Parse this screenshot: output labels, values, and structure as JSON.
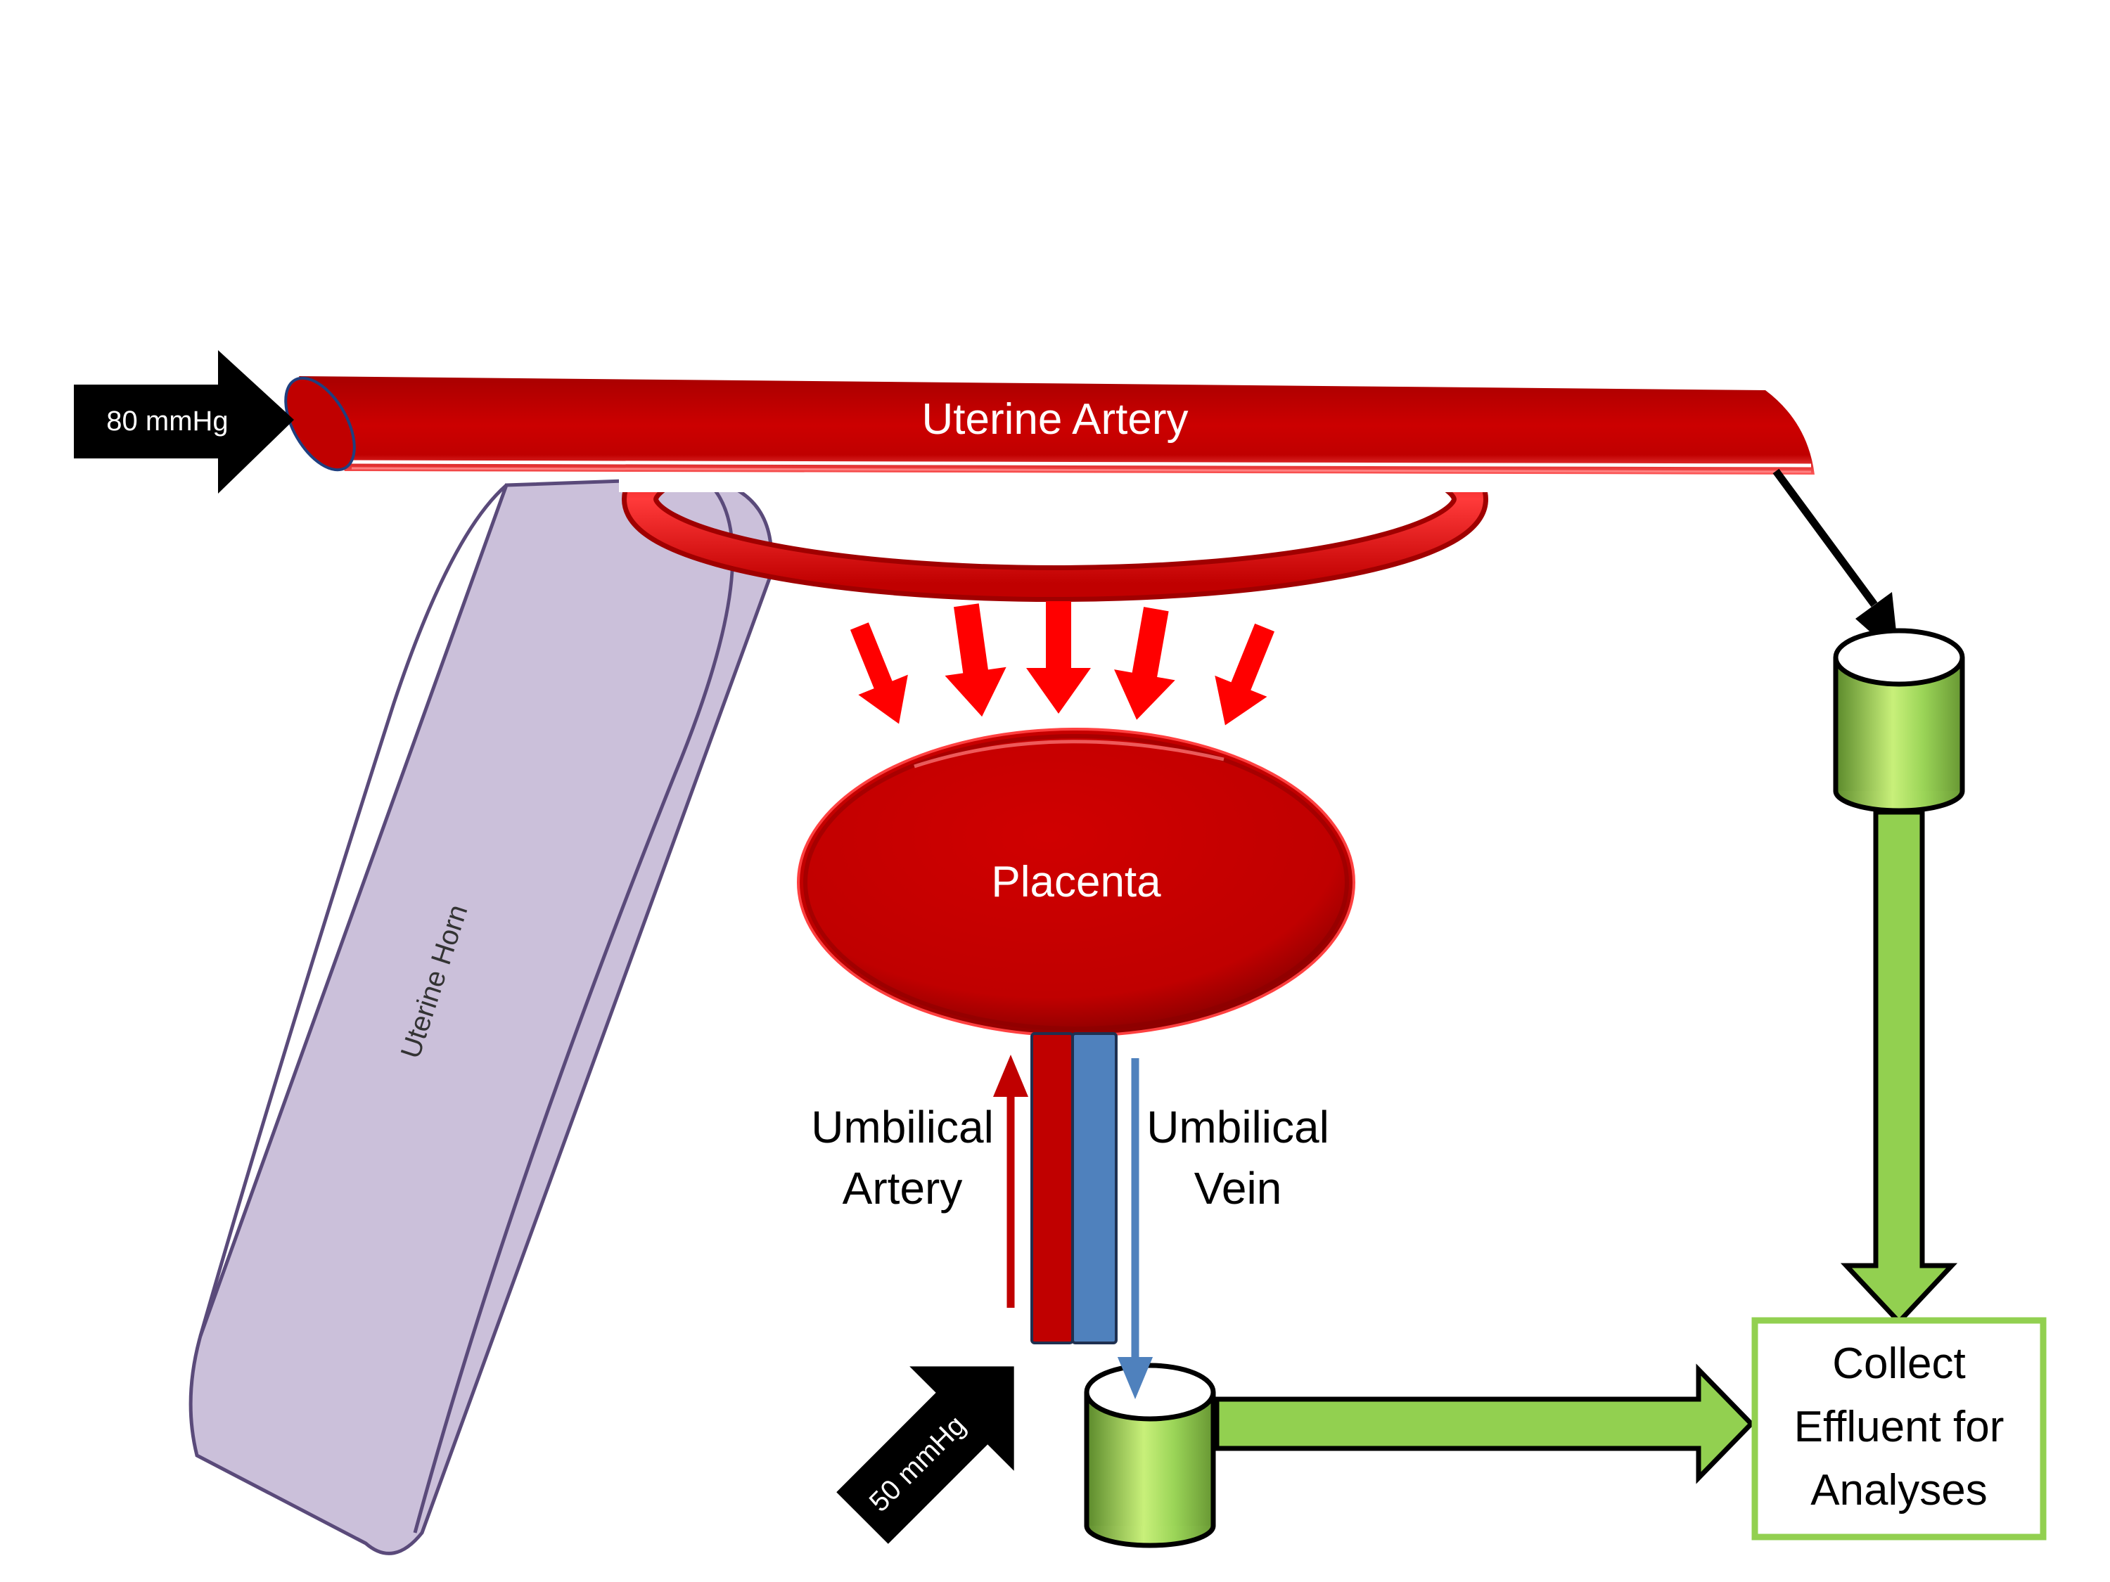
{
  "labels": {
    "pressure_in": "80 mmHg",
    "uterine_artery": "Uterine Artery",
    "uterine_horn": "Uterine Horn",
    "placenta": "Placenta",
    "umbilical_artery_line1": "Umbilical",
    "umbilical_artery_line2": "Artery",
    "umbilical_vein_line1": "Umbilical",
    "umbilical_vein_line2": "Vein",
    "pressure_umbilical": "50 mmHg",
    "collect_line1": "Collect",
    "collect_line2": "Effluent for",
    "collect_line3": "Analyses"
  },
  "colors": {
    "artery_red": "#c00000",
    "bright_red": "#ff0000",
    "vein_blue": "#4f81bd",
    "horn_fill": "#cbc0da",
    "horn_stroke": "#5a4a7a",
    "green": "#92d050",
    "green_dark": "#5e8a2a",
    "black": "#000000"
  }
}
